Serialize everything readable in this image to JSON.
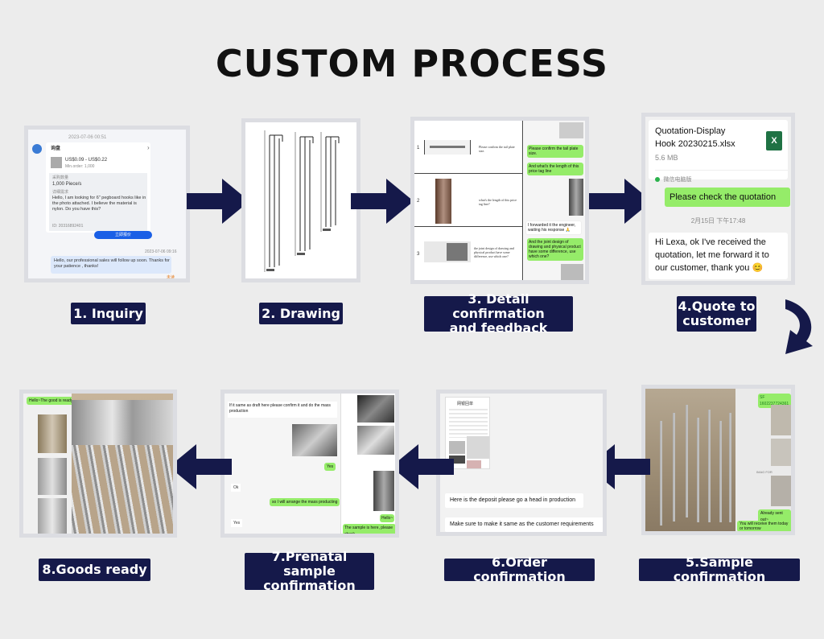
{
  "title": "CUSTOM PROCESS",
  "colors": {
    "label_bg": "#15194a",
    "arrow": "#15194a",
    "chat_green": "#95ec69",
    "background": "#ececec"
  },
  "steps": {
    "s1": {
      "label": "1. Inquiry"
    },
    "s2": {
      "label": "2. Drawing"
    },
    "s3": {
      "label_line1": "3. Detail confirmation",
      "label_line2": "and feedback"
    },
    "s4": {
      "label_line1": "4.Quote to",
      "label_line2": "customer"
    },
    "s5": {
      "label": "5.Sample confirmation"
    },
    "s6": {
      "label": "6.Order confirmation"
    },
    "s7": {
      "label_line1": "7.Prenatal sample",
      "label_line2": "confirmation"
    },
    "s8": {
      "label": "8.Goods ready"
    }
  },
  "inquiry": {
    "time1": "2023-07-06 00:51",
    "name": "询盘",
    "price": "US$0.09 - US$0.22",
    "moq": "Min.order: 1,000",
    "qty_label": "采购数量",
    "qty": "1,000 Piece/s",
    "detail_label": "详细需求",
    "message": "Hello, I am looking for 6\" pegboard hooks like in the photo attached. I believe the material is nylon. Do you have this?",
    "id": "ID: 20316892401",
    "button": "立即报价",
    "time2": "2023-07-06 09:16",
    "reply": "Hello, our professional sales will follow up soon. Thanks for your patience , thanks!",
    "read": "未读"
  },
  "detail": {
    "row_nums": [
      "1",
      "2",
      "3"
    ],
    "row1_text": "Please confirm the tail plate size.",
    "row2_text": "what's the length of this price tag line?",
    "row3_text": "the joint design of drawing and physical product have some difference, use which one?",
    "msg1": "Please confirm the tail plate size.",
    "msg2": "And what's the length of this price tag line",
    "msg3": "I forwarded it the engineer, waiting his response 🙏",
    "msg4": "And the joint design of drawing and physical product have some difference, use which one?"
  },
  "quote": {
    "file_name_line1": "Quotation-Display",
    "file_name_line2": "Hook 20230215.xlsx",
    "file_size": "5.6 MB",
    "file_icon": "X",
    "app": "微信电脑版",
    "msg_sent": "Please check the quotation",
    "time": "2月15日 下午17:48",
    "reply": "Hi Lexa, ok I've received the quotation, let me forward it to our customer, thank you 😊"
  },
  "sample": {
    "tag": "SF 1602237724361",
    "caption": "IMAG FOR",
    "msg1": "Already sent out~",
    "msg2": "You will receive them today or tomorrow"
  },
  "order": {
    "doc_title": "网银回单",
    "msg1": "Here is the deposit please go a head in production",
    "msg2": "Make sure to make it same as the customer requirements"
  },
  "prenatal": {
    "msg1": "If it same as draft here please confirm it and do the mass production",
    "msg2": "Yes",
    "msg3": "Ok",
    "msg4": "so I will arrange the mass producting",
    "msg5": "Yes",
    "msg6": "Hello~",
    "msg7": "The sample is here, please check"
  },
  "goods": {
    "msg1": "Hello~The good is ready"
  }
}
